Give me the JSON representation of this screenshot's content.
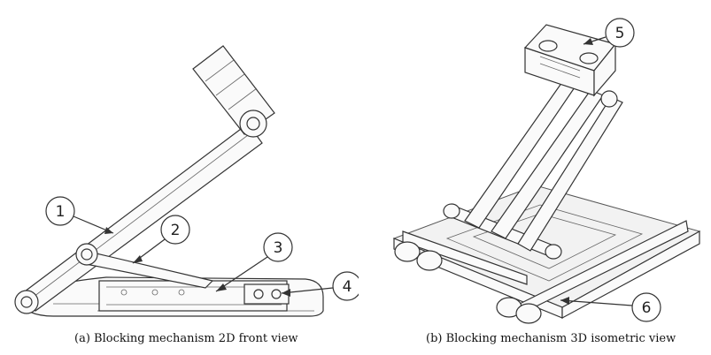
{
  "panel_a": {
    "caption": "(a) Blocking mechanism 2D front view",
    "callouts": [
      "1",
      "2",
      "3",
      "4"
    ]
  },
  "panel_b": {
    "caption": "(b) Blocking mechanism 3D isometric view",
    "callouts": [
      "5",
      "6"
    ]
  },
  "colors": {
    "line": "#333333",
    "fill": "#fafafa",
    "background": "#ffffff"
  }
}
